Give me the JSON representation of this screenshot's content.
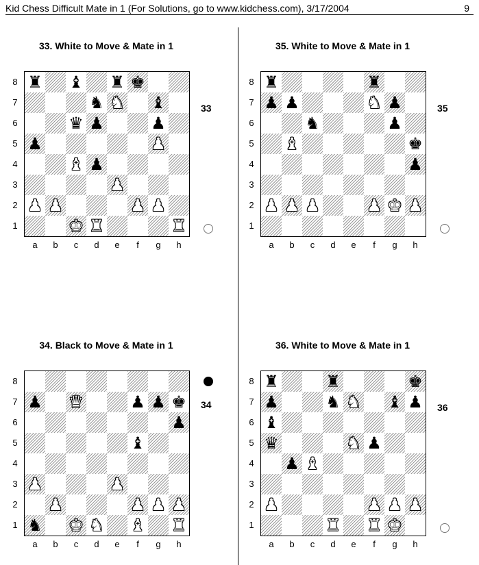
{
  "header": {
    "title": "Kid Chess Difficult Mate in 1 (For Solutions, go to www.kidchess.com), 3/17/2004",
    "page_number": "9"
  },
  "files": [
    "a",
    "b",
    "c",
    "d",
    "e",
    "f",
    "g",
    "h"
  ],
  "ranks": [
    "8",
    "7",
    "6",
    "5",
    "4",
    "3",
    "2",
    "1"
  ],
  "puzzles": [
    {
      "number": "33",
      "title": "33. White to Move & Mate in 1",
      "to_move": "white",
      "pieces": [
        {
          "sq": "a8",
          "p": "r"
        },
        {
          "sq": "c8",
          "p": "b"
        },
        {
          "sq": "e8",
          "p": "r"
        },
        {
          "sq": "f8",
          "p": "k"
        },
        {
          "sq": "d7",
          "p": "n"
        },
        {
          "sq": "e7",
          "p": "N"
        },
        {
          "sq": "g7",
          "p": "b"
        },
        {
          "sq": "c6",
          "p": "q"
        },
        {
          "sq": "d6",
          "p": "p"
        },
        {
          "sq": "g6",
          "p": "p"
        },
        {
          "sq": "a5",
          "p": "p"
        },
        {
          "sq": "g5",
          "p": "P"
        },
        {
          "sq": "c4",
          "p": "B"
        },
        {
          "sq": "d4",
          "p": "p"
        },
        {
          "sq": "e3",
          "p": "P"
        },
        {
          "sq": "a2",
          "p": "P"
        },
        {
          "sq": "b2",
          "p": "P"
        },
        {
          "sq": "f2",
          "p": "P"
        },
        {
          "sq": "g2",
          "p": "P"
        },
        {
          "sq": "c1",
          "p": "K"
        },
        {
          "sq": "d1",
          "p": "R"
        },
        {
          "sq": "h1",
          "p": "R"
        }
      ]
    },
    {
      "number": "35",
      "title": "35. White to Move & Mate in 1",
      "to_move": "white",
      "pieces": [
        {
          "sq": "a8",
          "p": "r"
        },
        {
          "sq": "f8",
          "p": "r"
        },
        {
          "sq": "a7",
          "p": "p"
        },
        {
          "sq": "b7",
          "p": "p"
        },
        {
          "sq": "f7",
          "p": "N"
        },
        {
          "sq": "g7",
          "p": "p"
        },
        {
          "sq": "c6",
          "p": "n"
        },
        {
          "sq": "g6",
          "p": "p"
        },
        {
          "sq": "b5",
          "p": "B"
        },
        {
          "sq": "h5",
          "p": "k"
        },
        {
          "sq": "h4",
          "p": "p"
        },
        {
          "sq": "a2",
          "p": "P"
        },
        {
          "sq": "b2",
          "p": "P"
        },
        {
          "sq": "c2",
          "p": "P"
        },
        {
          "sq": "f2",
          "p": "P"
        },
        {
          "sq": "g2",
          "p": "K"
        },
        {
          "sq": "h2",
          "p": "P"
        }
      ]
    },
    {
      "number": "34",
      "title": "34. Black to Move & Mate in 1",
      "to_move": "black",
      "pieces": [
        {
          "sq": "a7",
          "p": "p"
        },
        {
          "sq": "c7",
          "p": "Q"
        },
        {
          "sq": "f7",
          "p": "p"
        },
        {
          "sq": "g7",
          "p": "p"
        },
        {
          "sq": "h7",
          "p": "k"
        },
        {
          "sq": "h6",
          "p": "p"
        },
        {
          "sq": "f5",
          "p": "b"
        },
        {
          "sq": "a3",
          "p": "P"
        },
        {
          "sq": "e3",
          "p": "P"
        },
        {
          "sq": "b2",
          "p": "P"
        },
        {
          "sq": "f2",
          "p": "P"
        },
        {
          "sq": "g2",
          "p": "P"
        },
        {
          "sq": "h2",
          "p": "P"
        },
        {
          "sq": "a1",
          "p": "n"
        },
        {
          "sq": "c1",
          "p": "K"
        },
        {
          "sq": "d1",
          "p": "N"
        },
        {
          "sq": "f1",
          "p": "B"
        },
        {
          "sq": "h1",
          "p": "R"
        }
      ]
    },
    {
      "number": "36",
      "title": "36. White to Move & Mate in 1",
      "to_move": "white",
      "pieces": [
        {
          "sq": "a8",
          "p": "r"
        },
        {
          "sq": "d8",
          "p": "r"
        },
        {
          "sq": "h8",
          "p": "k"
        },
        {
          "sq": "a7",
          "p": "p"
        },
        {
          "sq": "d7",
          "p": "n"
        },
        {
          "sq": "e7",
          "p": "N"
        },
        {
          "sq": "g7",
          "p": "b"
        },
        {
          "sq": "h7",
          "p": "p"
        },
        {
          "sq": "a6",
          "p": "b"
        },
        {
          "sq": "a5",
          "p": "q"
        },
        {
          "sq": "e5",
          "p": "N"
        },
        {
          "sq": "f5",
          "p": "p"
        },
        {
          "sq": "b4",
          "p": "p"
        },
        {
          "sq": "c4",
          "p": "B"
        },
        {
          "sq": "a2",
          "p": "P"
        },
        {
          "sq": "f2",
          "p": "P"
        },
        {
          "sq": "g2",
          "p": "P"
        },
        {
          "sq": "h2",
          "p": "P"
        },
        {
          "sq": "d1",
          "p": "R"
        },
        {
          "sq": "f1",
          "p": "R"
        },
        {
          "sq": "g1",
          "p": "K"
        }
      ]
    }
  ]
}
